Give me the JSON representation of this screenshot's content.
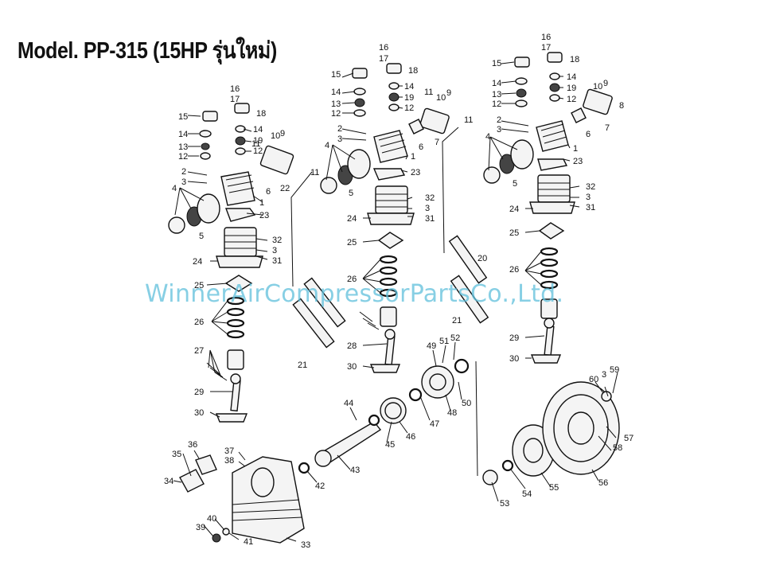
{
  "title": "Model. PP-315 (15HP รุ่นใหม่)",
  "watermark": "WinnerAirCompressorPartsCo.,Ltd.",
  "colors": {
    "watermark": "#5fc0dc",
    "ink": "#111111"
  },
  "callouts": [
    "1",
    "2",
    "3",
    "4",
    "5",
    "6",
    "7",
    "8",
    "9",
    "10",
    "11",
    "12",
    "13",
    "14",
    "15",
    "16",
    "17",
    "18",
    "19",
    "20",
    "21",
    "22",
    "23",
    "24",
    "25",
    "26",
    "27",
    "28",
    "29",
    "30",
    "31",
    "32",
    "33",
    "34",
    "35",
    "36",
    "37",
    "38",
    "39",
    "40",
    "41",
    "42",
    "43",
    "44",
    "45",
    "46",
    "47",
    "48",
    "49",
    "50",
    "51",
    "52",
    "53",
    "54",
    "55",
    "56",
    "57",
    "58",
    "59",
    "60"
  ]
}
